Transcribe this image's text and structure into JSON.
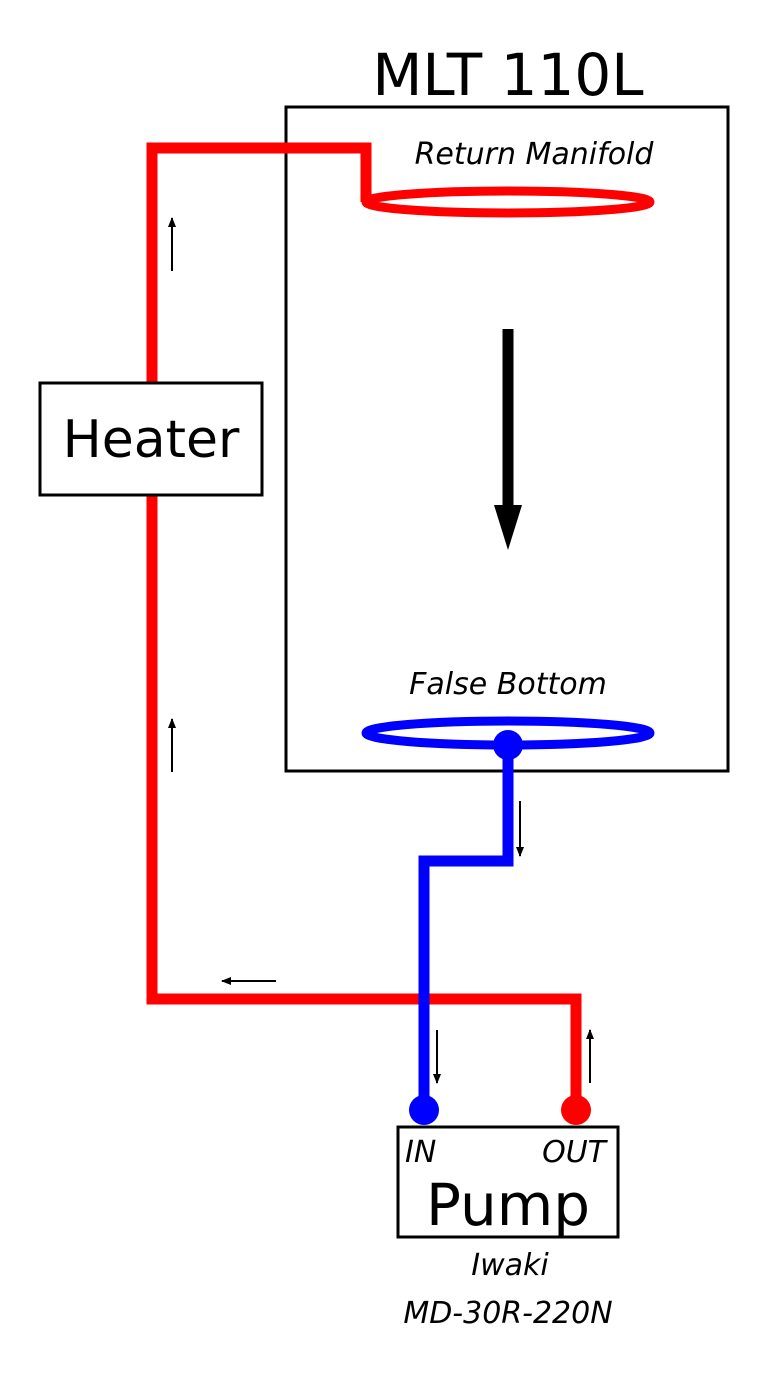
{
  "diagram": {
    "tank_title": "MLT 110L",
    "return_manifold_label": "Return Manifold",
    "false_bottom_label": "False Bottom",
    "heater_label": "Heater",
    "pump_label": "Pump",
    "pump_in_label": "IN",
    "pump_out_label": "OUT",
    "pump_make": "Iwaki",
    "pump_model": "MD-30R-220N"
  },
  "colors": {
    "hot_line": "#ff0000",
    "cold_line": "#0000ff",
    "outline": "#000000",
    "background": "#ffffff"
  },
  "icons": {
    "flow_direction": "arrow-icon",
    "connector": "port-dot-icon"
  }
}
